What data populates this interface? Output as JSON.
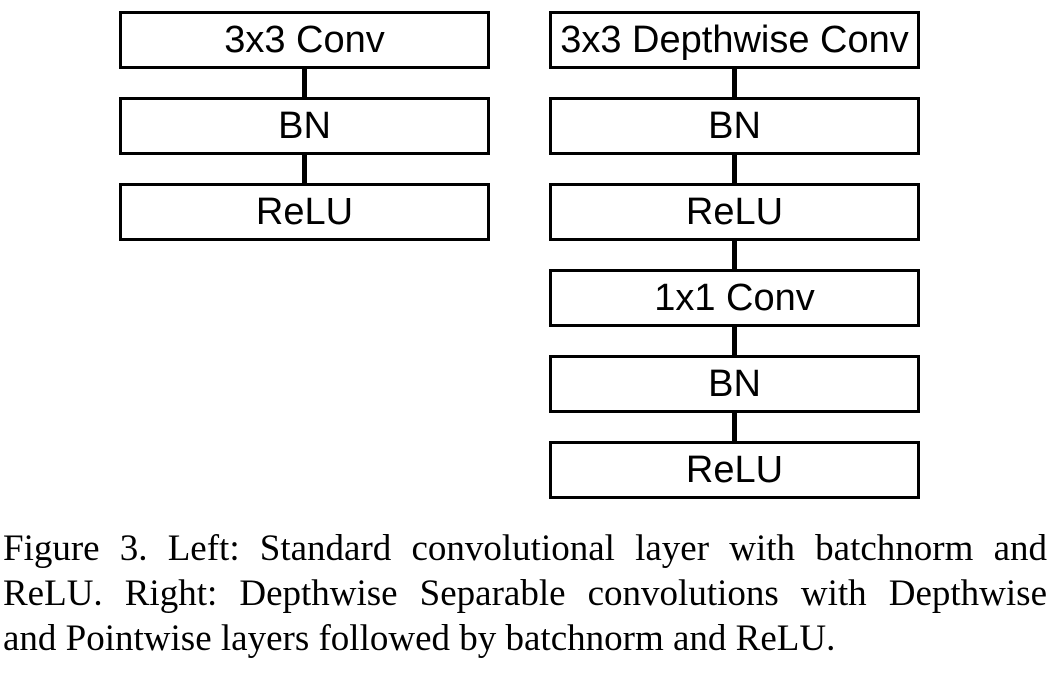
{
  "figure": {
    "left_column": {
      "boxes": [
        "3x3 Conv",
        "BN",
        "ReLU"
      ]
    },
    "right_column": {
      "boxes": [
        "3x3 Depthwise Conv",
        "BN",
        "ReLU",
        "1x1 Conv",
        "BN",
        "ReLU"
      ]
    }
  },
  "caption": {
    "lines": [
      "Figure 3. Left: Standard convolutional layer with batchnorm and",
      "ReLU. Right: Depthwise Separable convolutions with Depthwise",
      "and Pointwise layers followed by batchnorm and ReLU."
    ]
  },
  "colors": {
    "ink": "#000000",
    "background": "#ffffff"
  }
}
